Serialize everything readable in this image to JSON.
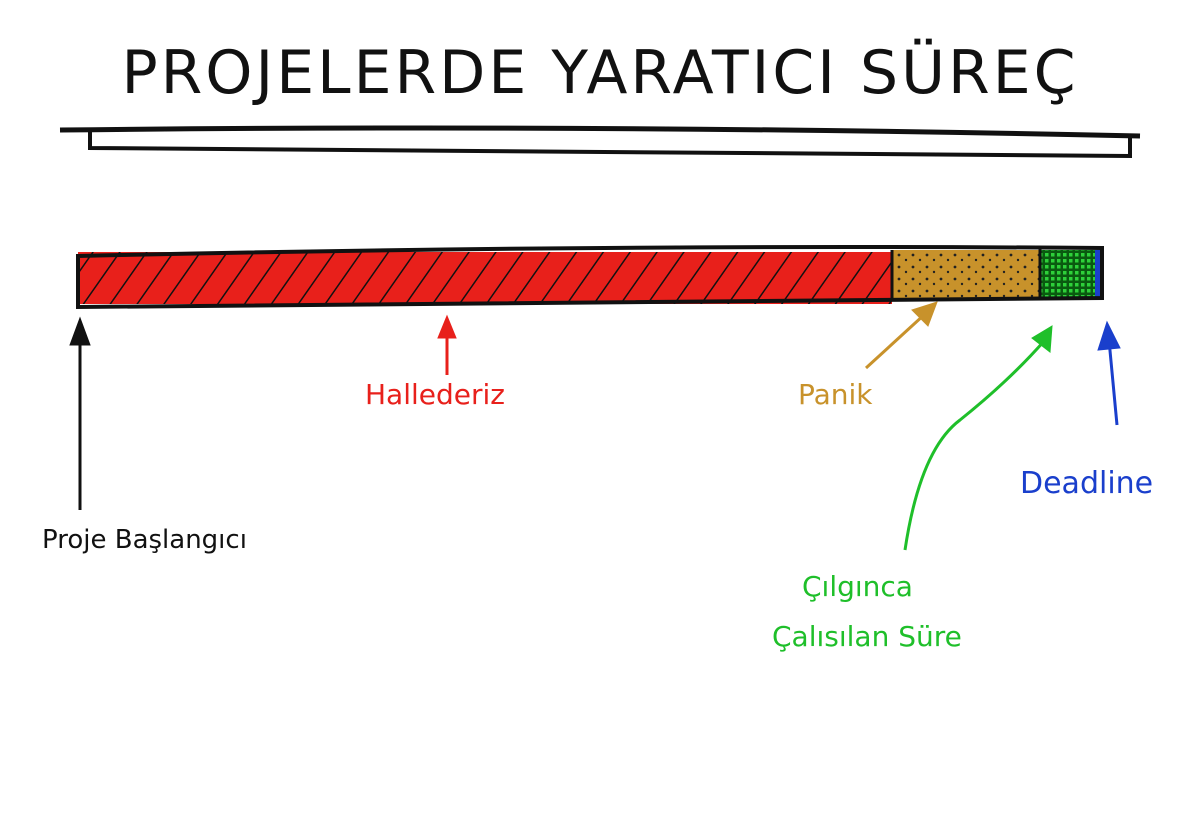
{
  "title": "PROJELERDE YARATICI SÜREÇ",
  "colors": {
    "halledeziz": "#e8201b",
    "panik": "#c8922b",
    "cilginca": "#1fbf2a",
    "deadline": "#1a3fcc"
  },
  "phases": [
    {
      "label": "Proje Başlangıcı",
      "share": 0
    },
    {
      "label": "Hallederiz",
      "share": 0.795
    },
    {
      "label": "Panik",
      "share": 0.145
    },
    {
      "label": "Çılgınca Çalısılan Süre",
      "share": 0.054
    },
    {
      "label": "Deadline",
      "share": 0.006
    }
  ],
  "labels": {
    "start": "Proje Başlangıcı",
    "hallederiz": "Hallederiz",
    "panik": "Panik",
    "cilginca_line1": "Çılgınca",
    "cilginca_line2": "Çalısılan Süre",
    "deadline": "Deadline"
  }
}
